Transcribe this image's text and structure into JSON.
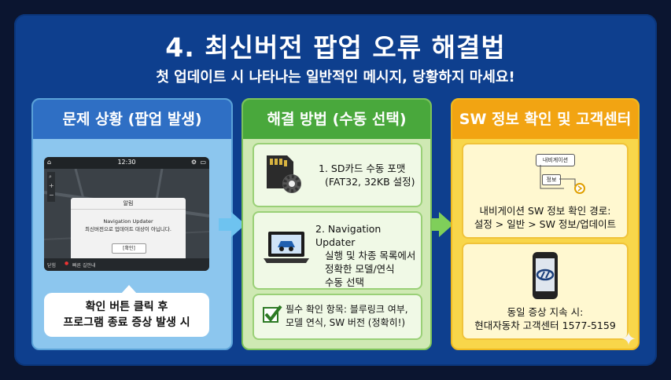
{
  "header": {
    "title": "4. 최신버전 팝업 오류 해결법",
    "subtitle": "첫 업데이트 시 나타나는 일반적인 메시지, 당황하지 마세요!"
  },
  "col1": {
    "heading": "문제 상황 (팝업 발생)",
    "screen": {
      "clock": "12:30",
      "dialog_title": "알림",
      "dialog_line1": "Navigation Updater",
      "dialog_line2": "최신버전으로 업데이트 대상이 아닙니다.",
      "dialog_button": "[확인]",
      "bottom_left": "닫힘",
      "bottom_text": "빠른 길안내"
    },
    "callout_line1": "확인 버튼 클릭 후",
    "callout_line2": "프로그램 종료 증상 발생 시"
  },
  "col2": {
    "heading": "해결 방법 (수동 선택)",
    "step1_line1": "1. SD카드 수동 포맷",
    "step1_line2": "(FAT32, 32KB 설정)",
    "step2_line1": "2. Navigation Updater",
    "step2_line2": "실행 및 차종 목록에서",
    "step2_line3": "정확한 모델/연식",
    "step2_line4": "수동 선택",
    "check_line1": "필수 확인 항목: 블루링크 여부,",
    "check_line2": "모델 연식, SW 버전 (정확히!)"
  },
  "col3": {
    "heading": "SW 정보 확인 및 고객센터",
    "diagram_label1": "내비게이션",
    "diagram_label2": "정보",
    "path_line1": "내비게이션 SW 정보 확인 경로:",
    "path_line2": "설정 > 일반 > SW 정보/업데이트",
    "cs_line1": "동일 증상 지속 시:",
    "cs_line2": "현대자동차 고객센터 1577-5159"
  },
  "colors": {
    "background": "#0e3f8e",
    "blue": "#2f6fc4",
    "green": "#49a83c",
    "yellow": "#f2a412"
  },
  "icons": [
    "sd-card-gear-icon",
    "laptop-car-icon",
    "checkmark-icon",
    "phone-hyundai-icon",
    "arrow-right-icon",
    "sparkle-icon"
  ]
}
